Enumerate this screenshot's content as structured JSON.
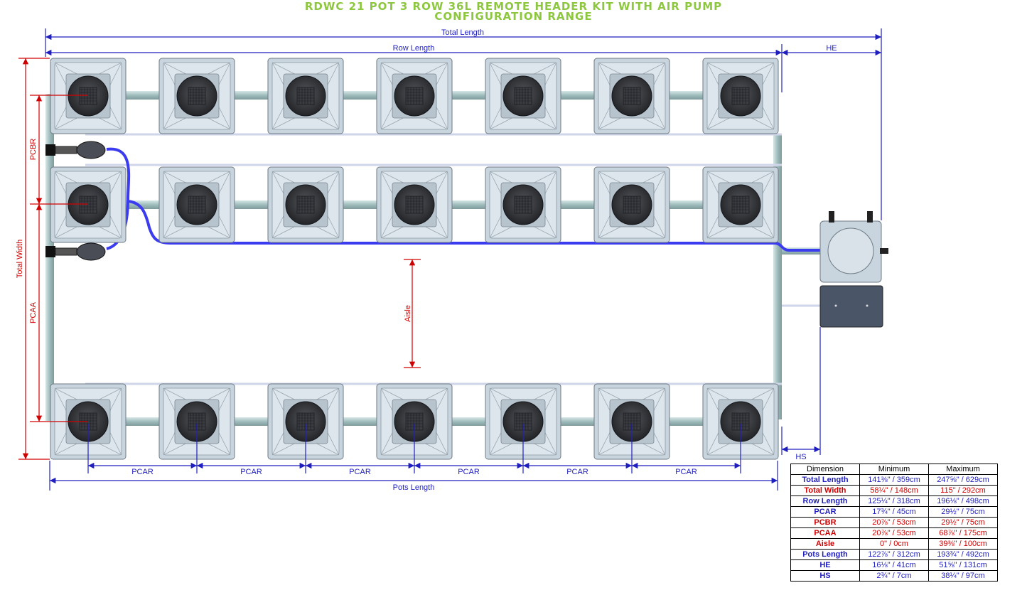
{
  "title": {
    "line1": "RDWC 21 POT 3 ROW 36L REMOTE HEADER KIT WITH AIR PUMP",
    "line2": "CONFIGURATION RANGE"
  },
  "labels": {
    "total_length": "Total Length",
    "row_length": "Row Length",
    "he": "HE",
    "hs": "HS",
    "pcbr": "PCBR",
    "pcaa": "PCAA",
    "total_width": "Total Width",
    "aisle": "Aisle",
    "pcar": "PCAR",
    "pots_length": "Pots Length"
  },
  "layout": {
    "rows": 3,
    "pots_per_row": 7
  },
  "colors": {
    "title_green": "#8dc63f",
    "dim_blue": "#1f1fbf",
    "dim_red": "#d00000",
    "hose_blue": "#3b3bf0",
    "pot_light": "#c6d3dd",
    "pot_dark": "#2e2f33",
    "pipe": "#a9c6c6"
  },
  "table": {
    "headers": [
      "Dimension",
      "Minimum",
      "Maximum"
    ],
    "rows": [
      {
        "dimension": "Total Length",
        "minimum": "141⅜\" / 359cm",
        "maximum": "247⅝\" / 629cm",
        "color": "blue"
      },
      {
        "dimension": "Total Width",
        "minimum": "58¼\" / 148cm",
        "maximum": "115\" / 292cm",
        "color": "red"
      },
      {
        "dimension": "Row Length",
        "minimum": "125¼\" / 318cm",
        "maximum": "196⅛\" / 498cm",
        "color": "blue"
      },
      {
        "dimension": "PCAR",
        "minimum": "17¾\" / 45cm",
        "maximum": "29½\" / 75cm",
        "color": "blue"
      },
      {
        "dimension": "PCBR",
        "minimum": "20⅞\" / 53cm",
        "maximum": "29½\" / 75cm",
        "color": "red"
      },
      {
        "dimension": "PCAA",
        "minimum": "20⅞\" / 53cm",
        "maximum": "68⅞\" / 175cm",
        "color": "red"
      },
      {
        "dimension": "Aisle",
        "minimum": "0\" / 0cm",
        "maximum": "39⅜\" / 100cm",
        "color": "red"
      },
      {
        "dimension": "Pots Length",
        "minimum": "122⅞\" / 312cm",
        "maximum": "193¾\" / 492cm",
        "color": "blue"
      },
      {
        "dimension": "HE",
        "minimum": "16⅛\" / 41cm",
        "maximum": "51⅝\" / 131cm",
        "color": "blue"
      },
      {
        "dimension": "HS",
        "minimum": "2¾\" / 7cm",
        "maximum": "38¼\" / 97cm",
        "color": "blue"
      }
    ]
  }
}
